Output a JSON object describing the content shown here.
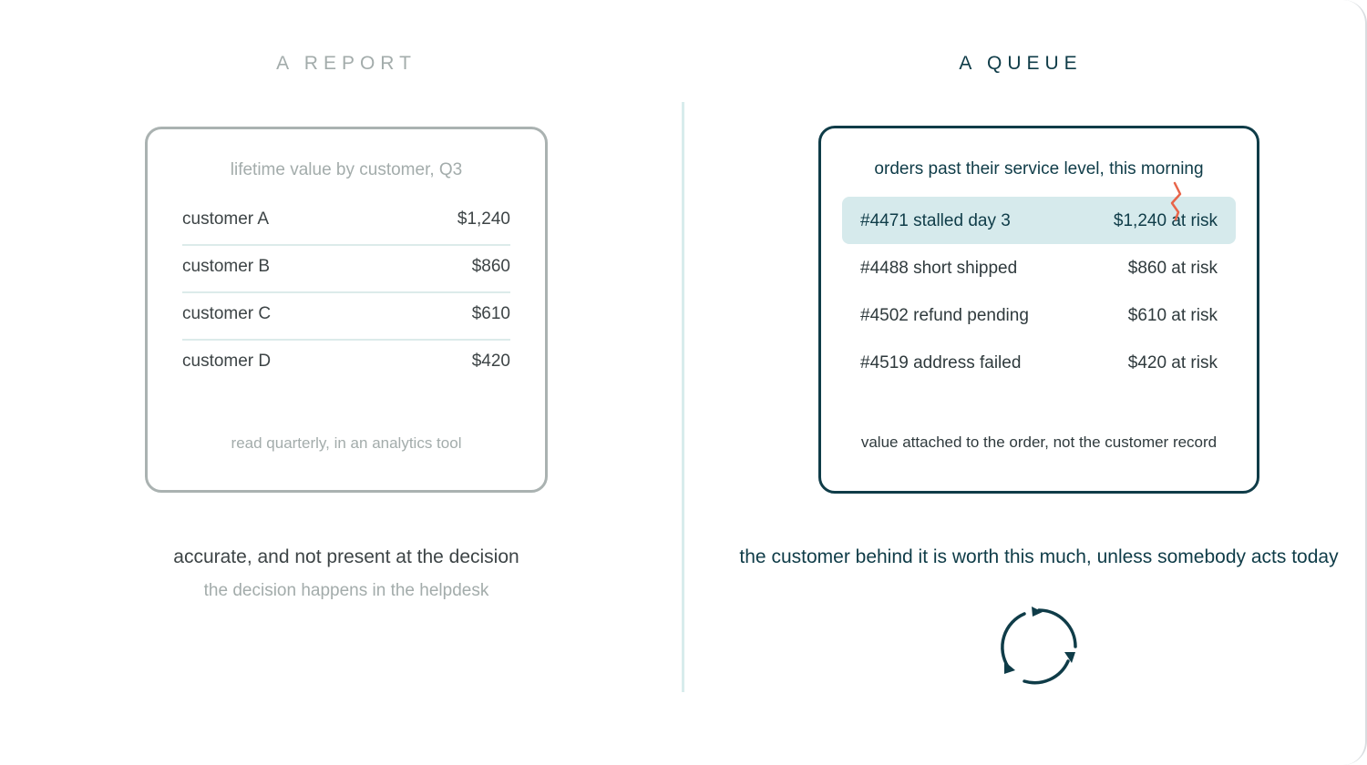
{
  "headings": {
    "left": "A REPORT",
    "right": "A QUEUE"
  },
  "report": {
    "title": "lifetime value by customer, Q3",
    "rows": [
      {
        "name": "customer A",
        "value": "$1,240"
      },
      {
        "name": "customer B",
        "value": "$860"
      },
      {
        "name": "customer C",
        "value": "$610"
      },
      {
        "name": "customer D",
        "value": "$420"
      }
    ],
    "footer": "read quarterly, in an analytics tool",
    "caption": "accurate, and not present at the decision",
    "subcaption": "the decision happens in the helpdesk"
  },
  "queue": {
    "title": "orders past their service level, this morning",
    "rows": [
      {
        "order": "#4471 stalled day 3",
        "value": "$1,240 at risk"
      },
      {
        "order": "#4488 short shipped",
        "value": "$860 at risk"
      },
      {
        "order": "#4502 refund pending",
        "value": "$610 at risk"
      },
      {
        "order": "#4519 address failed",
        "value": "$420 at risk"
      }
    ],
    "footer": "value attached to the order, not the customer record",
    "caption": "the customer behind it is worth this much, unless somebody acts today"
  },
  "icons": {
    "crack": "crack-mark-icon",
    "cycle": "cycle-arrows-icon"
  },
  "colors": {
    "teal_dark": "#0f3c48",
    "gray_muted": "#a3acab",
    "highlight": "#d6eaec",
    "accent": "#e8654a"
  }
}
